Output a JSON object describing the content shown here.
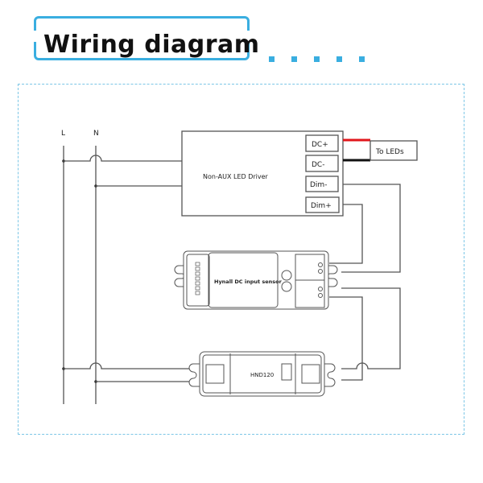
{
  "header": {
    "title": "Wiring diagram"
  },
  "diagram": {
    "mains": {
      "live_label": "L",
      "neutral_label": "N"
    },
    "driver": {
      "label": "Non-AUX  LED  Driver",
      "terminals": [
        "DC+",
        "DC-",
        "Dim-",
        "Dim+"
      ]
    },
    "leds": {
      "label": "To LEDs"
    },
    "sensor": {
      "label": "Hynall DC input sensor"
    },
    "relay": {
      "label": "HND120"
    },
    "colors": {
      "accent": "#3aaee0",
      "positive_wire": "#e0161b",
      "negative_wire": "#111111",
      "line": "#555555"
    }
  }
}
